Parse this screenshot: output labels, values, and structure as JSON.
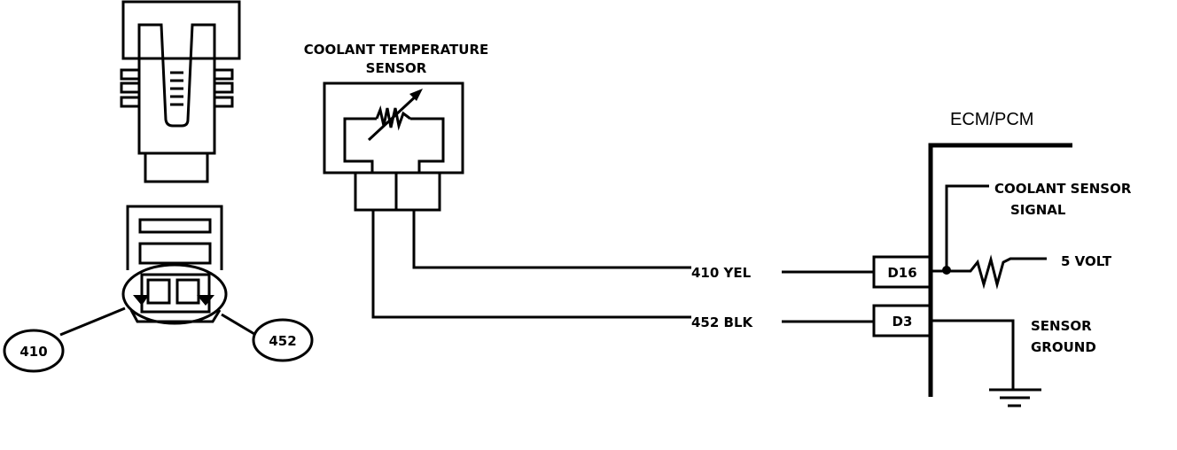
{
  "sensor": {
    "title_line1": "COOLANT TEMPERATURE",
    "title_line2": "SENSOR"
  },
  "connector": {
    "callout_a": "410",
    "callout_b": "452"
  },
  "wires": [
    {
      "label": "410 YEL",
      "pin": "D16"
    },
    {
      "label": "452 BLK",
      "pin": "D3"
    }
  ],
  "ecm": {
    "title": "ECM/PCM",
    "signal_line1": "COOLANT SENSOR",
    "signal_line2": "SIGNAL",
    "supply": "5 VOLT",
    "ground_line1": "SENSOR",
    "ground_line2": "GROUND"
  },
  "colors": {
    "ink": "#000000",
    "background": "#ffffff"
  }
}
